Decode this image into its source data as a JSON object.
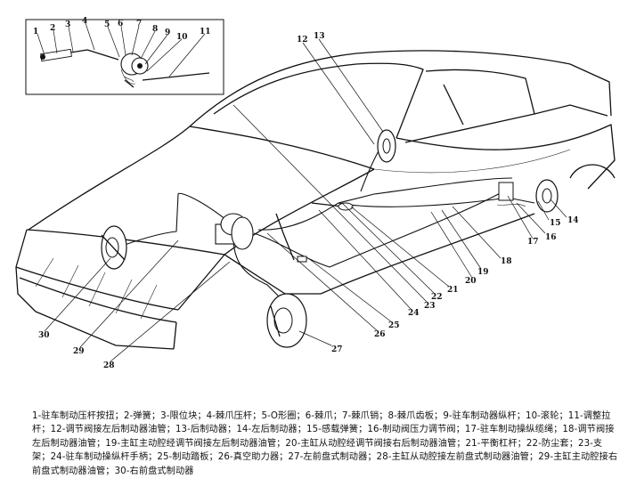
{
  "callouts": [
    {
      "id": "1",
      "text": "1"
    },
    {
      "id": "2",
      "text": "2"
    },
    {
      "id": "3",
      "text": "3"
    },
    {
      "id": "4",
      "text": "4"
    },
    {
      "id": "5",
      "text": "5"
    },
    {
      "id": "6",
      "text": "6"
    },
    {
      "id": "7",
      "text": "7"
    },
    {
      "id": "8",
      "text": "8"
    },
    {
      "id": "9",
      "text": "9"
    },
    {
      "id": "10",
      "text": "10"
    },
    {
      "id": "11",
      "text": "11"
    },
    {
      "id": "12",
      "text": "12"
    },
    {
      "id": "13",
      "text": "13"
    },
    {
      "id": "14",
      "text": "14"
    },
    {
      "id": "15",
      "text": "15"
    },
    {
      "id": "16",
      "text": "16"
    },
    {
      "id": "17",
      "text": "17"
    },
    {
      "id": "18",
      "text": "18"
    },
    {
      "id": "19",
      "text": "19"
    },
    {
      "id": "20",
      "text": "20"
    },
    {
      "id": "21",
      "text": "21"
    },
    {
      "id": "22",
      "text": "22"
    },
    {
      "id": "23",
      "text": "23"
    },
    {
      "id": "24",
      "text": "24"
    },
    {
      "id": "25",
      "text": "25"
    },
    {
      "id": "26",
      "text": "26"
    },
    {
      "id": "27",
      "text": "27"
    },
    {
      "id": "28",
      "text": "28"
    },
    {
      "id": "29",
      "text": "29"
    },
    {
      "id": "30",
      "text": "30"
    }
  ],
  "caption": "1-驻车制动压杆按扭；2-弹簧；3-限位块；4-棘爪压杆；5-O形圈；6-棘爪；7-棘爪销；8-棘爪齿板；9-驻车制动器纵杆；10-滚轮；11-调整拉杆；12-调节阀接左后制动器油管；13-后制动器；14-左后制动器；15-感载弹簧；16-制动阀压力调节阀；17-驻车制动操纵缆绳；18-调节阀接左后制动器油管；19-主缸主动腔经调节阀接左后制动器油管；20-主缸从动腔经调节阀接右后制动器油管；21-平衡杠杆；22-防尘套；23-支架；24-驻车制动操纵杆手柄；25-制动踏板；26-真空助力器；27-左前盘式制动器；28-主缸从动腔接左前盘式制动器油管；29-主缸主动腔接右前盘式制动器油管；30-右前盘式制动器"
}
